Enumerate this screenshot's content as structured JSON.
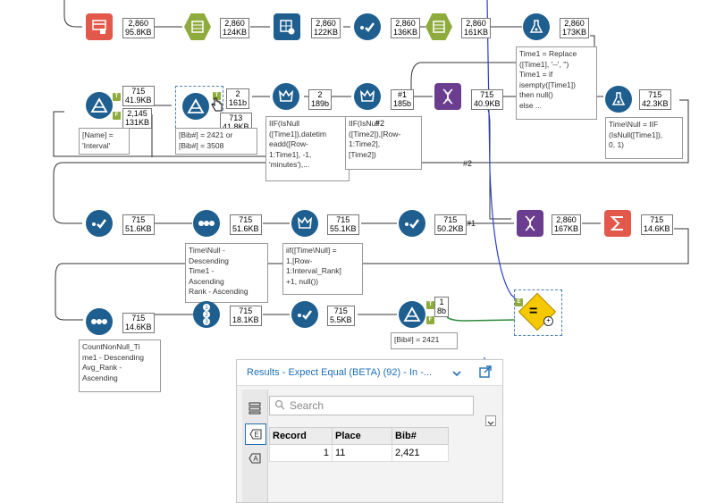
{
  "workflow": {
    "row1": {
      "stats": [
        [
          "2,860",
          "95.8KB"
        ],
        [
          "2,860",
          "124KB"
        ],
        [
          "2,860",
          "122KB"
        ],
        [
          "2,860",
          "136KB"
        ],
        [
          "2,860",
          "161KB"
        ],
        [
          "2,860",
          "173KB"
        ]
      ]
    },
    "row2": {
      "stats": [
        [
          "715",
          "41.9KB"
        ],
        [
          "2,145",
          "131KB"
        ],
        [
          "2",
          "161b"
        ],
        [
          "713",
          "41.8KB"
        ],
        [
          "2",
          "189b"
        ],
        [
          "#1",
          "185b"
        ],
        [
          "715",
          "40.9KB"
        ],
        [
          "715",
          "42.3KB"
        ]
      ]
    },
    "row3": {
      "stats": [
        [
          "715",
          "51.6KB"
        ],
        [
          "715",
          "51.6KB"
        ],
        [
          "715",
          "55.1KB"
        ],
        [
          "715",
          "50.2KB"
        ],
        [
          "2,860",
          "167KB"
        ],
        [
          "715",
          "14.6KB"
        ]
      ]
    },
    "row4": {
      "stats": [
        [
          "715",
          "14.6KB"
        ],
        [
          "715",
          "18.1KB"
        ],
        [
          "715",
          "5.5KB"
        ],
        [
          "1",
          "8b"
        ]
      ]
    },
    "annotations": {
      "formula_replace": "Time1 = Replace\n([Time1], '--', '')\nTime1 = if\nisempty([Time1])\nthen null()\nelse ...",
      "name_interval": "[Name] =\n'Interval'",
      "bib_filter": "[Bib#] = 2421 or\n[Bib#] = 3508",
      "iif_time1": "IIF(IsNull\n([Time1]),datetim\neadd([Row-\n1:Time1], -1,\n'minutes'),...",
      "iif_time2": "IIF(IsNull\n([Time2]),[Row-\n1:Time2],\n[Time2])",
      "time_null_iif": "Time\\Null = IIF\n(IsNull([Time1]),\n0, 1)",
      "sort1": "Time\\Null -\nDescending\nTime1 -\nAscending\nRank - Ascending",
      "iif_rank": "iif([Time\\Null] =\n1,[Row-\n1:Interval_Rank]\n+1, null())",
      "countnonnull": "CountNonNull_Ti\nme1 - Descending\nAvg_Rank -\nAscending",
      "bib_2421": "[Bib#] = 2421"
    },
    "tags": {
      "hash2": "#2",
      "hash2b": "#2",
      "hash1": "#1",
      "hash1b": "#1"
    },
    "io_letters": {
      "T": "T",
      "F": "F",
      "E": "E"
    }
  },
  "results": {
    "title": "Results - Expect Equal (BETA) (92) - In -...",
    "search_placeholder": "Search",
    "columns": [
      "Record",
      "Place",
      "Bib#"
    ],
    "rows": [
      [
        "1",
        "11",
        "2,421"
      ]
    ]
  },
  "colors": {
    "tool_blue": "#1f5f8f",
    "tool_green": "#8fab3e",
    "tool_red": "#e2584a",
    "tool_purple": "#6b3d8f",
    "tool_yellow": "#f5c800",
    "link_blue": "#2d3cc8",
    "link_green": "#2e8b3a"
  }
}
